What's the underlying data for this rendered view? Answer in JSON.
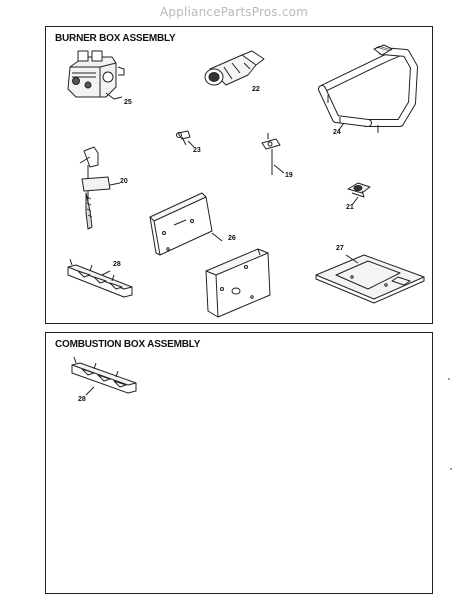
{
  "header": {
    "watermark": "AppliancePartsPros.com"
  },
  "burner_box": {
    "title": "BURNER BOX ASSEMBLY",
    "callouts": {
      "gas_valve": "25",
      "igniter": "22",
      "manifold": "24",
      "screw": "23",
      "sensor": "19",
      "flame_sensor": "20",
      "orifice_bracket": "21",
      "burner_bracket": "26",
      "baffle": "28",
      "burner_plate": "27"
    }
  },
  "combustion_box": {
    "title": "COMBUSTION BOX ASSEMBLY",
    "callouts": {
      "baffle": "28"
    }
  },
  "colors": {
    "line": "#222222",
    "watermark": "#b9b9b9"
  }
}
